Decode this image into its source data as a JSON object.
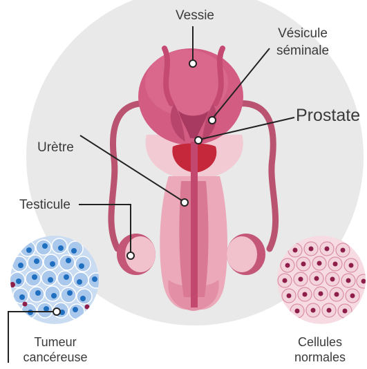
{
  "labels": {
    "vessie": "Vessie",
    "vesicule_line1": "Vésicule",
    "vesicule_line2": "séminale",
    "prostate": "Prostate",
    "uretre": "Urètre",
    "testicule": "Testicule",
    "tumeur_line1": "Tumeur",
    "tumeur_line2": "cancéreuse",
    "cellules_line1": "Cellules",
    "cellules_line2": "normales"
  },
  "colors": {
    "background_circle": "#e9e9ea",
    "bladder": "#d35c82",
    "bladder_dark": "#b8456b",
    "tube": "#b9536f",
    "prostate": "#c4283a",
    "penis": "#e9a7b7",
    "testis": "#f1c2cc",
    "leader_line": "#222222",
    "tumor_cell": "#9fc3ea",
    "tumor_nucleus": "#1f6fc0",
    "normal_cell": "#f4d4dc",
    "normal_nucleus": "#8e1f4a"
  }
}
